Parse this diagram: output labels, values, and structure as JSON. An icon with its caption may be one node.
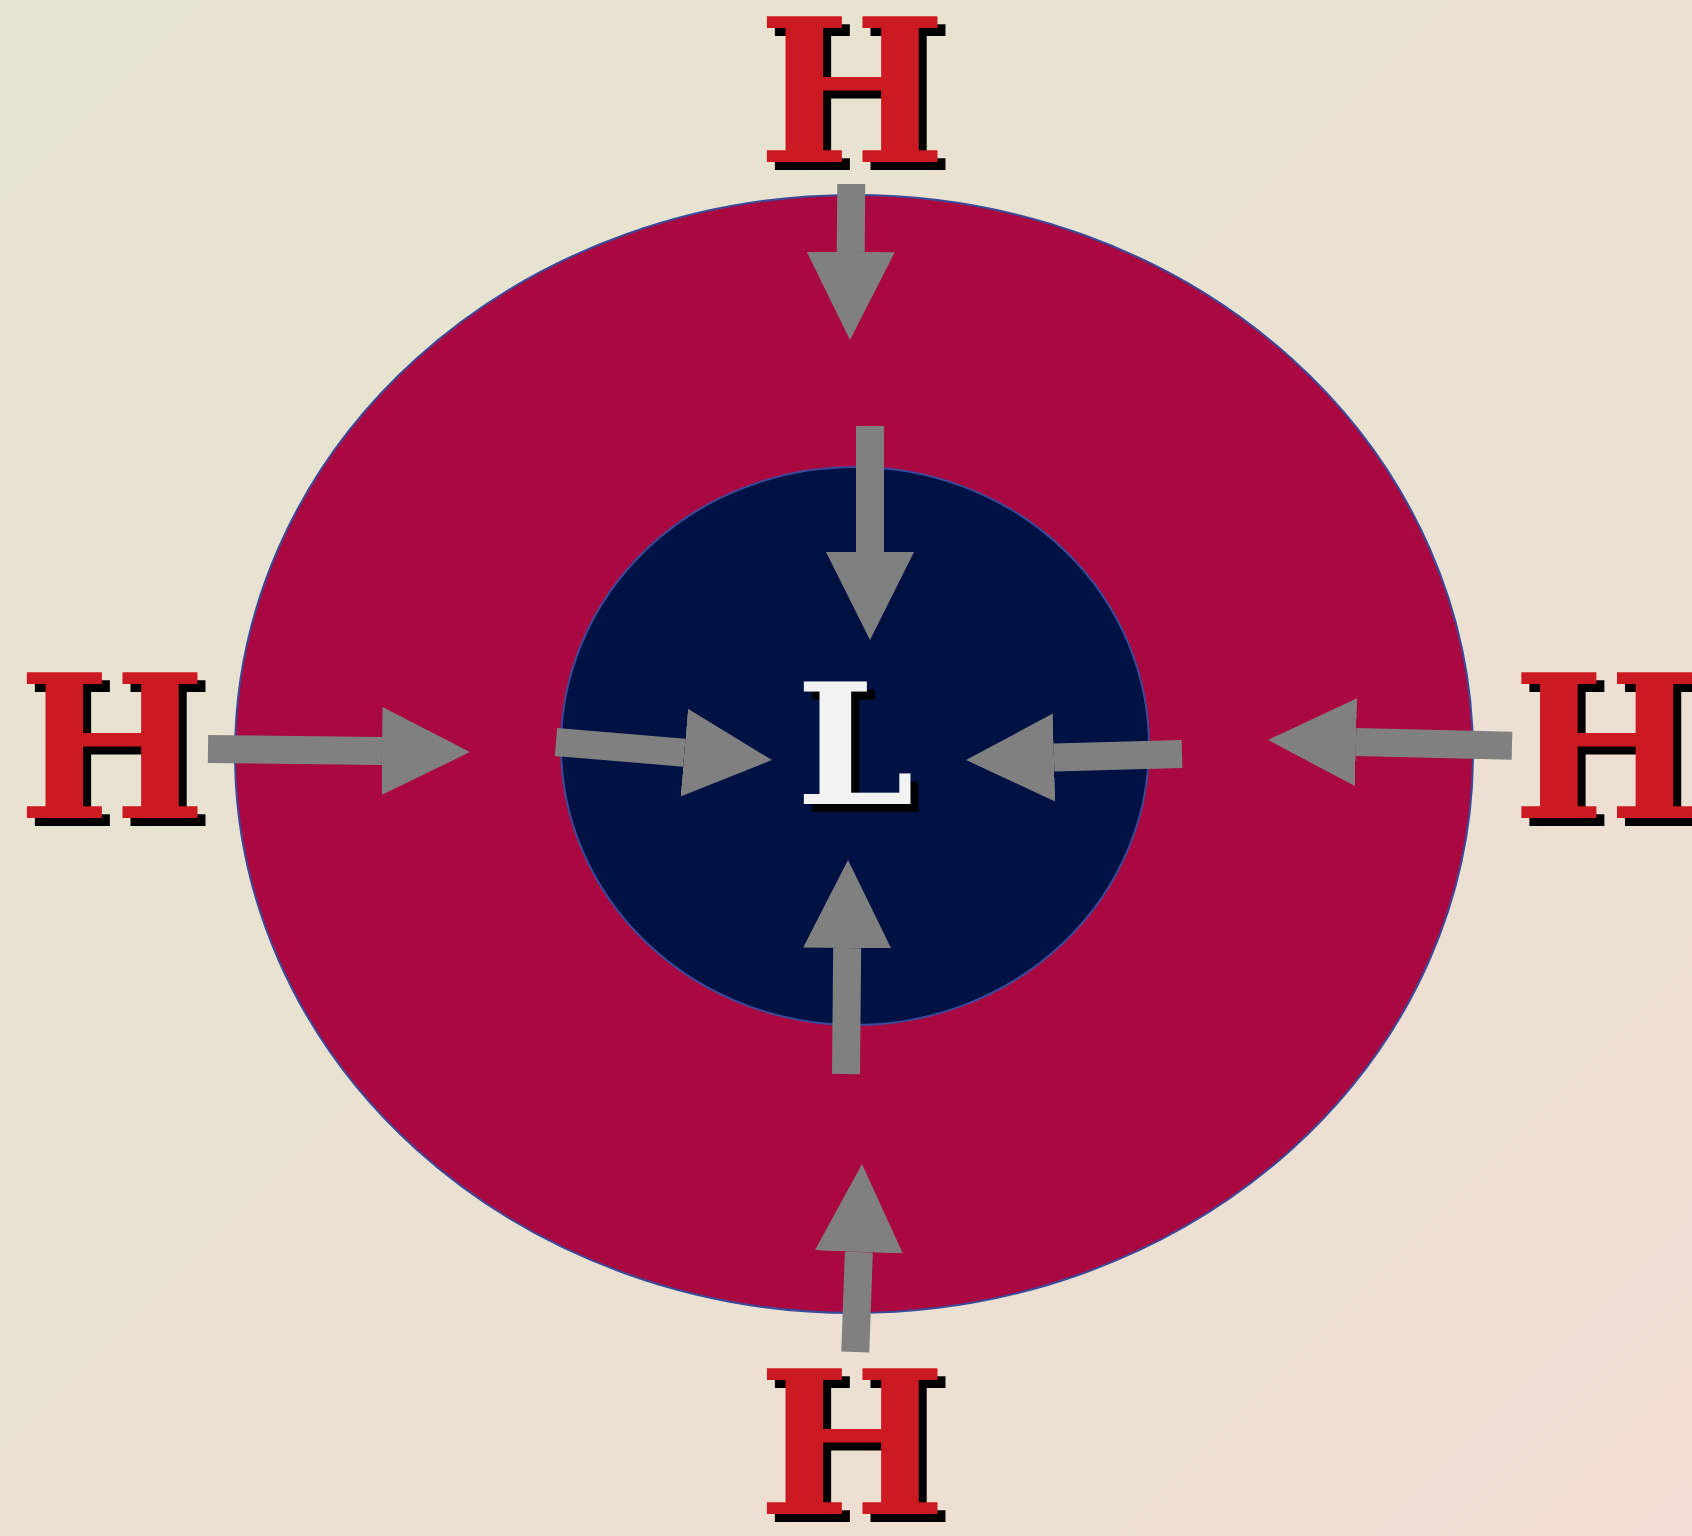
{
  "diagram": {
    "nodes": [
      {
        "text": [],
        "shape": "circle"
      },
      {
        "text": [
          "L"
        ],
        "in": 0
      },
      {
        "text": [
          "H"
        ]
      },
      {
        "text": [
          "H"
        ]
      },
      {
        "text": [
          "H"
        ]
      },
      {
        "text": [
          "H"
        ]
      }
    ],
    "edges": [
      {
        "from": 2,
        "to": 0,
        "arrow": "to"
      },
      {
        "from": 3,
        "to": 0,
        "arrow": "to"
      },
      {
        "from": 4,
        "to": 0,
        "arrow": "to"
      },
      {
        "from": 5,
        "to": 0,
        "arrow": "to"
      },
      {
        "from": null,
        "to": 1,
        "arrow": "to"
      },
      {
        "from": null,
        "to": 1,
        "arrow": "to"
      },
      {
        "from": null,
        "to": 1,
        "arrow": "to"
      },
      {
        "from": null,
        "to": 1,
        "arrow": "to"
      }
    ]
  }
}
